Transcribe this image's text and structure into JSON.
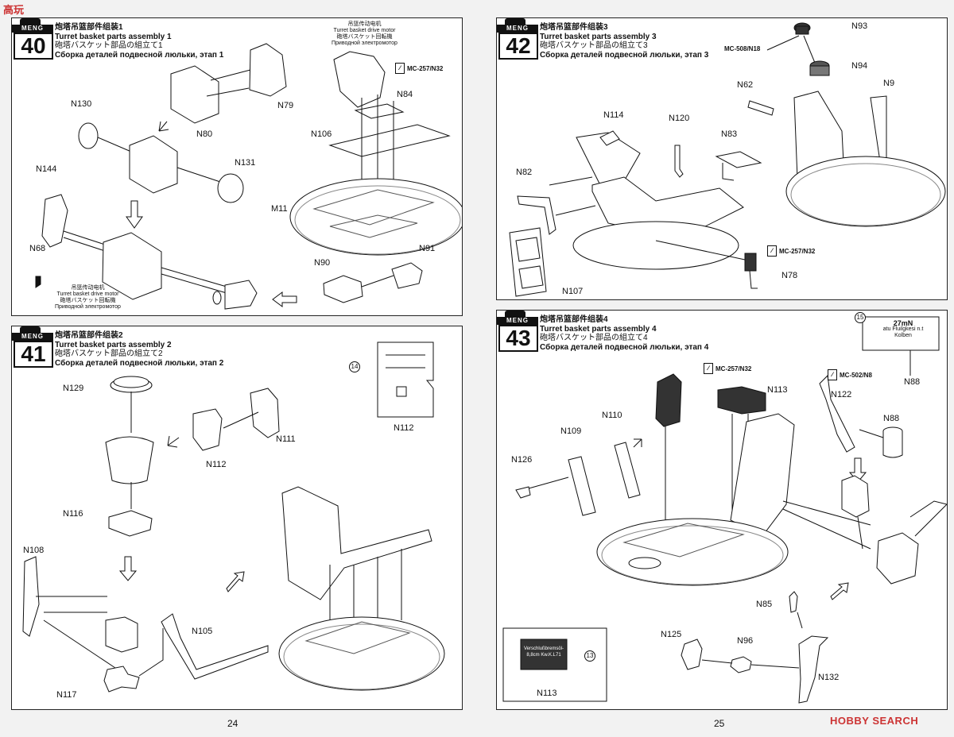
{
  "watermark_top": "高玩",
  "watermark_bottom": "HOBBY SEARCH",
  "logo_brand": "MENG",
  "pages": [
    {
      "number": "24"
    },
    {
      "number": "25"
    }
  ],
  "steps": [
    {
      "num": "40",
      "zh": "炮塔吊篮部件组装1",
      "en": "Turret basket parts assembly 1",
      "ja": "砲塔バスケット部品の組立て1",
      "ru": "Сборка деталей подвесной люльки, этап 1",
      "parts": [
        "N79",
        "N80",
        "N130",
        "N131",
        "N84",
        "N106",
        "M11",
        "N144",
        "N68",
        "N90",
        "N91"
      ],
      "motor_top": [
        "吊篮传动电机",
        "Turret basket drive motor",
        "砲塔バスケット回転機",
        "Приводной электромотор"
      ],
      "motor_bottom": [
        "吊篮传动电机",
        "Turret basket drive motor",
        "砲塔バスケット回転機",
        "Приводной электромотор"
      ],
      "paint": "MC-257/N32"
    },
    {
      "num": "41",
      "zh": "炮塔吊篮部件组装2",
      "en": "Turret basket parts assembly 2",
      "ja": "砲塔バスケット部品の組立て2",
      "ru": "Сборка деталей подвесной люльки, этап 2",
      "parts": [
        "N129",
        "N111",
        "N112",
        "N116",
        "N108",
        "N105",
        "N117"
      ],
      "decal_num": "14",
      "decal_part": "N112"
    },
    {
      "num": "42",
      "zh": "炮塔吊篮部件组装3",
      "en": "Turret basket parts assembly 3",
      "ja": "砲塔バスケット部品の組立て3",
      "ru": "Сборка деталей подвесной люльки, этап 3",
      "parts": [
        "N93",
        "N94",
        "N62",
        "N9",
        "N114",
        "N120",
        "N83",
        "N82",
        "N107",
        "N78"
      ],
      "paint1": "MC-508/N18",
      "paint2": "MC-257/N32"
    },
    {
      "num": "43",
      "zh": "炮塔吊篮部件组装4",
      "en": "Turret basket parts assembly 4",
      "ja": "砲塔バスケット部品の組立て4",
      "ru": "Сборка деталей подвесной люльки, этап 4",
      "parts": [
        "N113",
        "N122",
        "N88",
        "N110",
        "N109",
        "N126",
        "N85",
        "N125",
        "N96",
        "N132"
      ],
      "paint1": "MC-257/N32",
      "paint2": "MC-502/N8",
      "decal15_num": "15",
      "decal15_lines": [
        "27mN",
        "atu Fluilgkesi n.t",
        "Kolben"
      ],
      "decal15_part": "N88",
      "decal13_num": "13",
      "decal13_lines": [
        "Verschlußbremsöl-",
        "8,8cm Kw.K.L71"
      ],
      "decal13_part": "N113"
    }
  ]
}
